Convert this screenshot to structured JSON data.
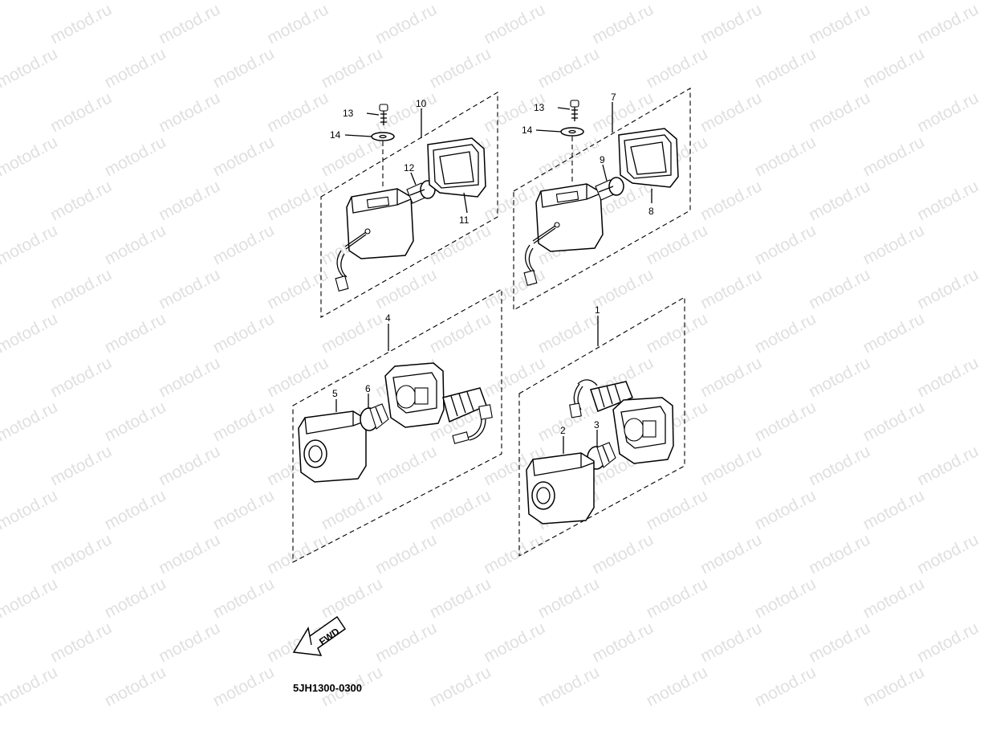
{
  "watermark": "motod.ru",
  "diagram_code": "5JH1300-0300",
  "fwd_label": "FWD",
  "callouts": {
    "c1": "1",
    "c2": "2",
    "c3": "3",
    "c4": "4",
    "c5": "5",
    "c6": "6",
    "c7": "7",
    "c8": "8",
    "c9": "9",
    "c10": "10",
    "c11": "11",
    "c12": "12",
    "c13a": "13",
    "c13b": "13",
    "c14a": "14",
    "c14b": "14"
  },
  "colors": {
    "line": "#000000",
    "watermark": "#e0e0e0",
    "background": "#ffffff"
  }
}
